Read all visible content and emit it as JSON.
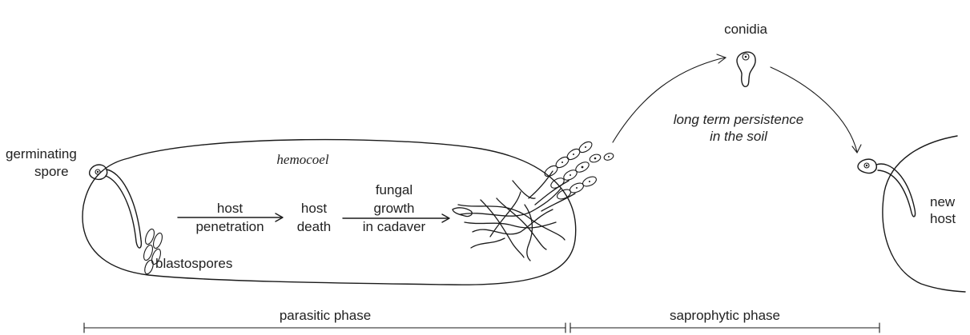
{
  "labels": {
    "conidia": "conidia",
    "persistence_line1": "long term persistence",
    "persistence_line2": "in the soil",
    "germinating_line1": "germinating",
    "germinating_line2": "spore",
    "hemocoel": "hemocoel",
    "host_penetration_line1": "host",
    "host_penetration_line2": "penetration",
    "host_death_line1": "host",
    "host_death_line2": "death",
    "fungal_line1": "fungal",
    "fungal_line2": "growth",
    "fungal_line3": "in cadaver",
    "blastospores": "blastospores",
    "new_host_line1": "new",
    "new_host_line2": "host"
  },
  "phases": {
    "parasitic": "parasitic phase",
    "saprophytic": "saprophytic phase"
  }
}
